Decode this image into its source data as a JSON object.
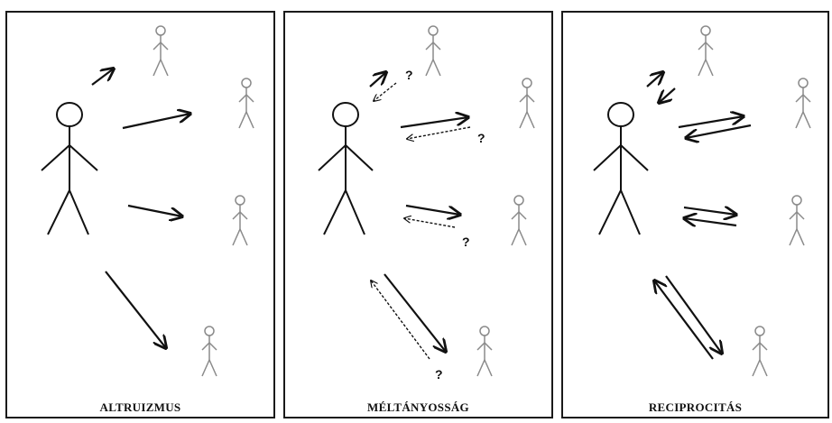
{
  "panels": [
    {
      "caption": "ALTRUIZMUS"
    },
    {
      "caption": "MÉLTÁNYOSSÁG"
    },
    {
      "caption": "RECIPROCITÁS"
    }
  ],
  "marks": {
    "question": "?"
  },
  "colors": {
    "main_figure": "#111111",
    "small_figure": "#8a8a8a",
    "arrow": "#111111",
    "border": "#1a1a1a"
  }
}
